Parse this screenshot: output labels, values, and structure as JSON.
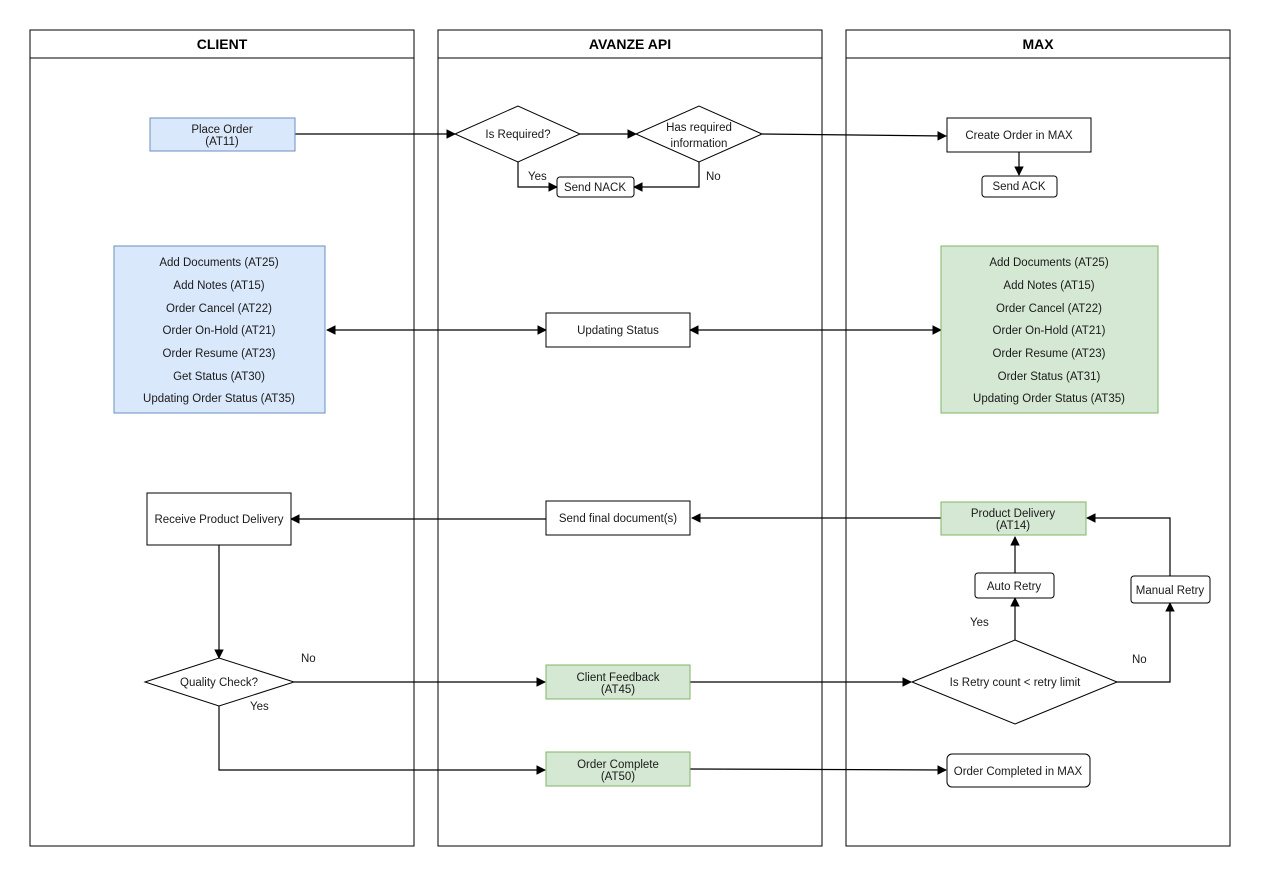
{
  "lanes": {
    "client": "CLIENT",
    "api": "AVANZE API",
    "max": "MAX"
  },
  "nodes": {
    "place_order": [
      "Place Order",
      "(AT11)"
    ],
    "is_required": "Is Required?",
    "has_required": [
      "Has required",
      "information"
    ],
    "send_nack": "Send NACK",
    "create_order": "Create Order in MAX",
    "send_ack": "Send ACK",
    "client_list": [
      "Add Documents (AT25)",
      "Add Notes (AT15)",
      "Order Cancel (AT22)",
      "Order On-Hold (AT21)",
      "Order Resume (AT23)",
      "Get Status (AT30)",
      "Updating Order Status (AT35)"
    ],
    "updating_status": "Updating Status",
    "max_list": [
      "Add Documents (AT25)",
      "Add Notes (AT15)",
      "Order Cancel (AT22)",
      "Order On-Hold (AT21)",
      "Order Resume (AT23)",
      "Order Status (AT31)",
      "Updating Order Status (AT35)"
    ],
    "receive_delivery": "Receive Product Delivery",
    "send_final": "Send final document(s)",
    "product_delivery": [
      "Product Delivery",
      "(AT14)"
    ],
    "auto_retry": "Auto Retry",
    "manual_retry": "Manual Retry",
    "quality_check": "Quality Check?",
    "client_feedback": [
      "Client Feedback",
      "(AT45)"
    ],
    "retry_check": "Is Retry count  <  retry limit",
    "order_complete": [
      "Order Complete",
      "(AT50)"
    ],
    "order_completed_max": "Order Completed in MAX"
  },
  "edge_labels": {
    "yes_required": "Yes",
    "no_info": "No",
    "no_quality": "No",
    "yes_quality": "Yes",
    "yes_retry": "Yes",
    "no_retry": "No"
  },
  "colors": {
    "blue_fill": "#dae8fc",
    "blue_stroke": "#6c8ebf",
    "green_fill": "#d5e8d4",
    "green_stroke": "#82b366"
  }
}
